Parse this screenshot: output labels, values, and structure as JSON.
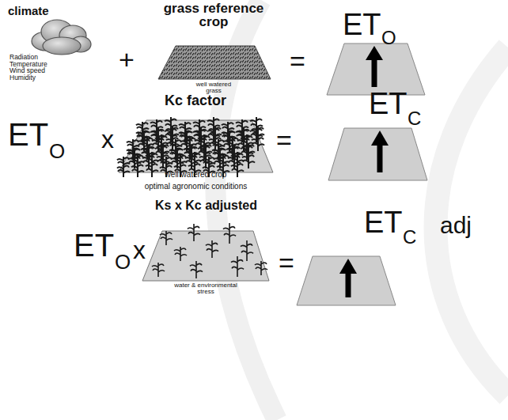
{
  "diagram": {
    "nodes": [
      {
        "text": [
          "climate",
          "Radiation Temperature Wind speed Humidity"
        ]
      },
      {
        "text": [
          "grass reference crop",
          "well watered grass"
        ]
      },
      {
        "text": [
          "Kc factor",
          "well watered crop",
          "optimal agronomic conditions"
        ]
      },
      {
        "text": [
          "Ks x Kc adjusted",
          "water & environmental stress"
        ]
      }
    ],
    "labels": [
      "ET",
      "O",
      "+",
      "=",
      "ET",
      "O",
      "x",
      "=",
      "ET",
      "C",
      "ET",
      "O",
      "x",
      "=",
      "ET",
      "C",
      "adj"
    ]
  }
}
